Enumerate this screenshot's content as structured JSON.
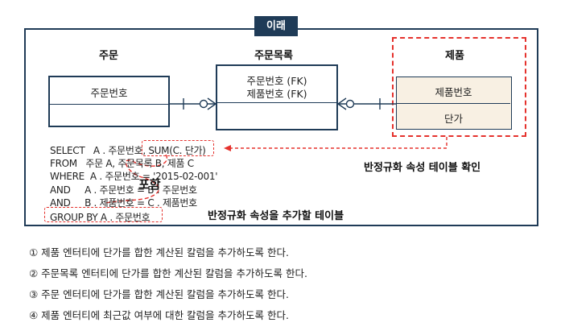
{
  "header_tag": "이래",
  "entities": {
    "order": {
      "name": "주문",
      "key": "주문번호"
    },
    "order_item": {
      "name": "주문목록",
      "keys": [
        "주문번호 (FK)",
        "제품번호 (FK)"
      ]
    },
    "product": {
      "name": "제품",
      "key": "제품번호",
      "attribute": "단가"
    }
  },
  "sql": {
    "select": "SELECT   A . 주문번호, SUM(C. 단가)",
    "from": "FROM   주문 A, 주문목록 B, 제품 C",
    "where": "WHERE  A . 주문번호 = '2015-02-001'",
    "and1": "AND     A . 주문번호 = B . 주문번호",
    "and2": "AND     B . 제품번호 = C . 제품번호",
    "group_by": "GROUP BY A . 주문번호"
  },
  "handwritten_mark": "포함",
  "notes": {
    "product_check": "반정규화 속성 테이블 확인",
    "target_table": "반정규화 속성을 추가할 테이블"
  },
  "choices": [
    "① 제품 엔터티에 단가를 합한 계산된 칼럼을 추가하도록 한다.",
    "② 주문목록 엔터티에 단가를 합한 계산된 칼럼을 추가하도록 한다.",
    "③ 주문 엔터티에 단가를 합한 계산된 칼럼을 추가하도록 한다.",
    "④ 제품 엔터티에 최근값 여부에 대한 칼럼을 추가하도록 한다."
  ],
  "colors": {
    "navy": "#1f3b57",
    "red": "#e5322d",
    "product_fill": "#f8f0e3"
  }
}
